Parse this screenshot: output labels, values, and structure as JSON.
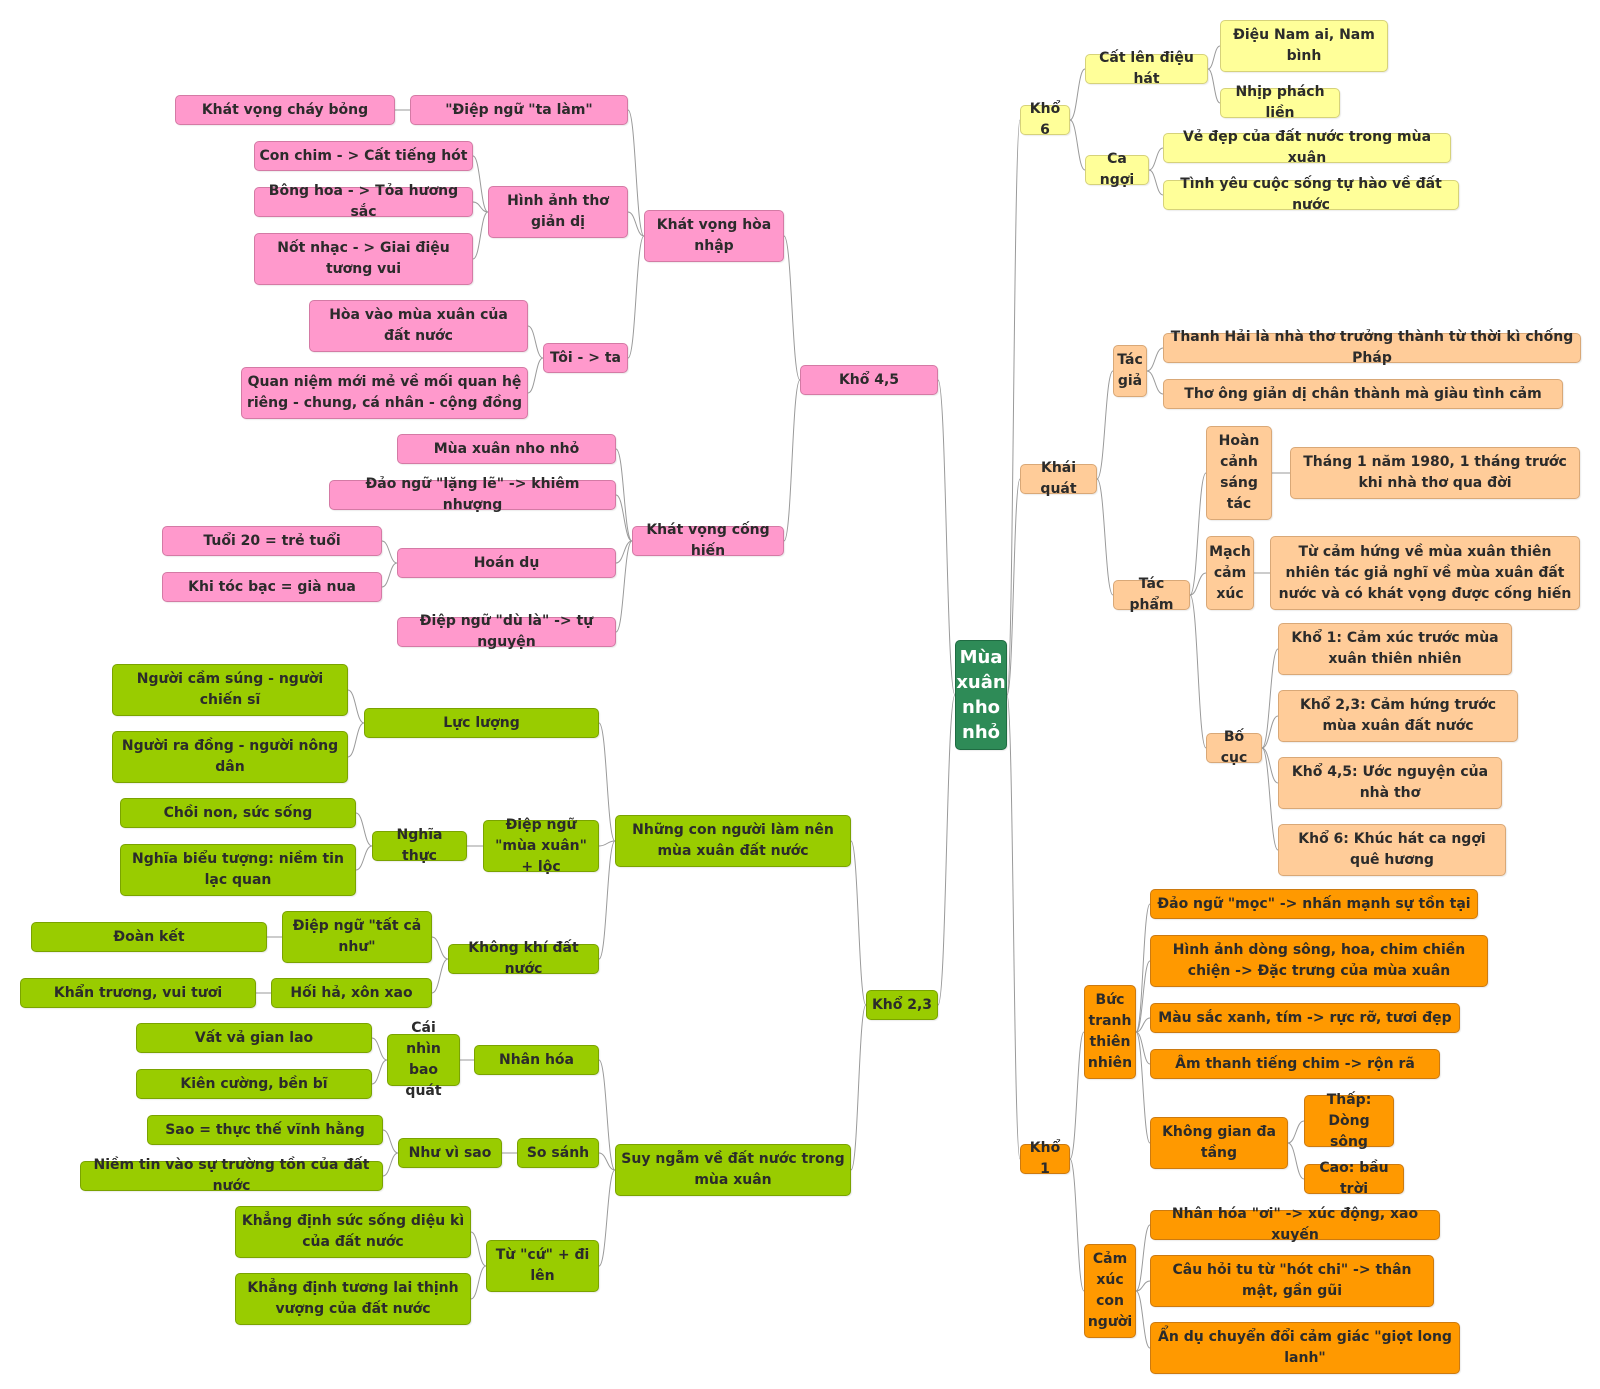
{
  "mindmap": {
    "colors": {
      "root": "#2e8b57",
      "yellow": "#ffff99",
      "peach": "#ffcc99",
      "orange": "#ff9900",
      "pink": "#ff99cc",
      "green": "#99cc00",
      "link": "#9a9a9a"
    },
    "nodes": {
      "root": "Mùa xuân nho nhỏ",
      "kho6": "Khổ 6",
      "catlen": "Cất lên điệu hát",
      "dieunam": "Điệu Nam ai, Nam bình",
      "nhipphach": "Nhịp phách liền",
      "cangoi": "Ca ngợi",
      "vedep": "Vẻ đẹp của đất nước trong mùa xuân",
      "tinhyeu": "Tình yêu cuộc sống tự hào về đất nước",
      "khaiquat": "Khái quát",
      "tacgia": "Tác giả",
      "thanhhai": "Thanh Hải là nhà thơ trưởng thành từ thời kì chống Pháp",
      "thoong": "Thơ ông giản dị chân thành mà giàu tình cảm",
      "tacpham": "Tác phẩm",
      "hoancanh": "Hoàn cảnh sáng tác",
      "thang1": "Tháng 1 năm 1980, 1 tháng trước khi nhà thơ qua đời",
      "mach": "Mạch cảm xúc",
      "tucamhung": "Từ cảm hứng về mùa xuân thiên nhiên tác giả nghĩ về mùa xuân đất nước và có khát vọng được cống hiến",
      "bocuc": "Bố cục",
      "bc1": "Khổ 1: Cảm xúc trước mùa xuân thiên nhiên",
      "bc23": "Khổ 2,3: Cảm hứng trước mùa xuân đất nước",
      "bc45": "Khổ 4,5: Ước nguyện của nhà thơ",
      "bc6": "Khổ 6: Khúc hát ca ngợi quê hương",
      "kho1": "Khổ 1",
      "buctranh": "Bức tranh thiên nhiên",
      "daongu_moc": "Đảo ngữ \"mọc\" -> nhấn mạnh sự tồn tại",
      "hinhanhdong": "Hình ảnh dòng sông, hoa, chim chiền chiện -> Đặc trưng của mùa xuân",
      "mausac": "Màu sắc xanh, tím -> rực rỡ, tươi đẹp",
      "amthanh": "Âm thanh tiếng chim -> rộn rã",
      "khonggian": "Không gian đa tầng",
      "thap": "Thấp: Dòng sông",
      "cao": "Cao: bầu trời",
      "camxuc": "Cảm xúc con người",
      "nhanhoa_oi": "Nhân hóa \"ơi\" -> xúc động, xao xuyến",
      "cauhoi": "Câu hỏi tu từ \"hót chi\" -> thân mật, gần gũi",
      "andu": "Ẩn dụ chuyển đổi cảm giác \"giọt long lanh\"",
      "kho45": "Khổ 4,5",
      "khatvonghoa": "Khát vọng hòa nhập",
      "diepngu_talam": "\"Điệp ngữ \"ta làm\"",
      "khatvongchay": "Khát vọng cháy bỏng",
      "hinhanhtho": "Hình ảnh thơ giản dị",
      "conchim": "Con chim - > Cất tiếng hót",
      "bonghoa": "Bông hoa - > Tỏa hương sắc",
      "notnhac": "Nốt nhạc - > Giai điệu tương vui",
      "toita": "Tôi - > ta",
      "hoavao": "Hòa vào mùa xuân của đất nước",
      "quanniem": "Quan niệm mới mẻ về mối quan hệ riêng - chung, cá nhân - cộng đồng",
      "khatvongcong": "Khát vọng cống hiến",
      "muaxuannho": "Mùa xuân nho nhỏ",
      "daongu_lang": "Đảo ngữ \"lặng lẽ\" -> khiêm nhượng",
      "hoandu": "Hoán dụ",
      "tuoi20": "Tuổi 20 = trẻ tuổi",
      "khitoc": "Khi tóc bạc = già nua",
      "diepngu_dula": "Điệp ngữ \"dù là\" -> tự nguyện",
      "kho23": "Khổ 2,3",
      "nhungcon": "Những con người làm nên mùa xuân đất nước",
      "lucluong": "Lực lượng",
      "nguoicam": "Người cầm súng - người chiến sĩ",
      "nguoira": "Người ra đồng - người nông dân",
      "diepngu_muaxuan": "Điệp ngữ \"mùa xuân\" + lộc",
      "nghiathuc": "Nghĩa thực",
      "choinon": "Chồi non, sức sống",
      "nghiabieu": "Nghĩa biểu tượng: niềm tin lạc quan",
      "khongkhi": "Không khí đất nước",
      "diepngu_tatca": "Điệp ngữ \"tất cả như\"",
      "doanket": "Đoàn kết",
      "hoiha": "Hối hả, xôn xao",
      "khantruong": "Khẩn trương, vui tươi",
      "suyngam": "Suy ngẫm về đất nước trong mùa xuân",
      "nhanhoa2": "Nhân hóa",
      "cainhin": "Cái nhìn bao quát",
      "vatva": "Vất vả gian lao",
      "kiencuong": "Kiên cường, bền bĩ",
      "sosanh": "So sánh",
      "nhuvisao": "Như vì sao",
      "sao": "Sao = thực thế vĩnh hằng",
      "niemtin": "Niềm tin vào sự trường tồn của đất nước",
      "tucu": "Từ \"cứ\" + đi lên",
      "khangdinh1": "Khẳng định sức sống diệu kì của đất nước",
      "khangdinh2": "Khẳng định tương lai thịnh vượng của đất nước"
    }
  }
}
